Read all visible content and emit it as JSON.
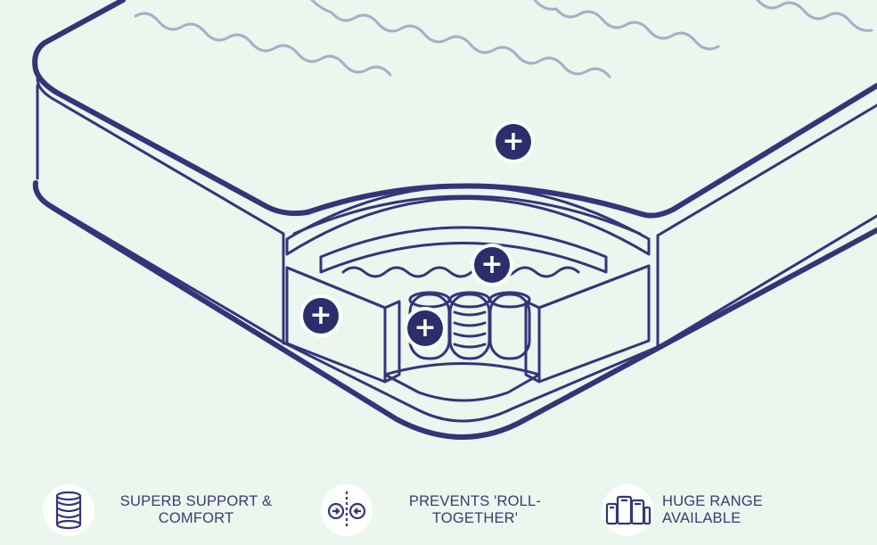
{
  "hotspots": [
    {
      "id": "comfort-layer",
      "symbol": "+"
    },
    {
      "id": "fibre-layer",
      "symbol": "+"
    },
    {
      "id": "edge-support",
      "symbol": "+"
    },
    {
      "id": "pocket-springs",
      "symbol": "+"
    }
  ],
  "features": [
    {
      "icon": "coil-spring-icon",
      "label": "SUPERB SUPPORT & COMFORT"
    },
    {
      "icon": "roll-together-icon",
      "label": "PREVENTS 'ROLL-TOGETHER'"
    },
    {
      "icon": "mattress-range-icon",
      "label": "HUGE RANGE AVAILABLE"
    }
  ],
  "colors": {
    "background": "#eaf6ee",
    "line": "#33357a",
    "quilt": "#a9adc8",
    "accent": "#2c2d6b",
    "text": "#3b3b6f"
  }
}
